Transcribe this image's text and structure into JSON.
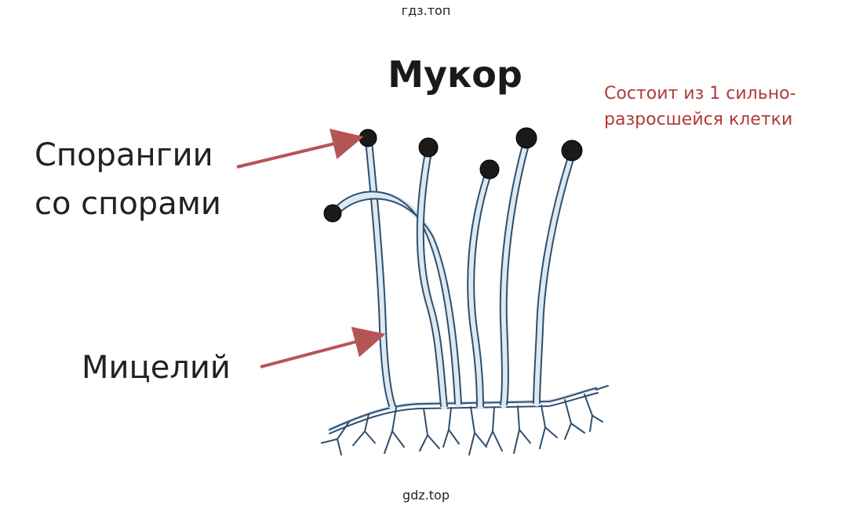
{
  "watermark_top": "гдз.топ",
  "watermark_bottom": "gdz.top",
  "title": "Мукор",
  "note": {
    "line1": "Состоит из 1 сильно-",
    "line2": "разросшейся клетки"
  },
  "labels": {
    "sporangia": {
      "line1": "Спорангии",
      "line2": "со спорами"
    },
    "mycelium": "Мицелий"
  },
  "colors": {
    "arrow": "#b55555",
    "hypha": "#2f4f6f",
    "hypha_fill": "#dbe9f2",
    "sporangium": "#1a1a1a",
    "note": "#b03a3a"
  }
}
